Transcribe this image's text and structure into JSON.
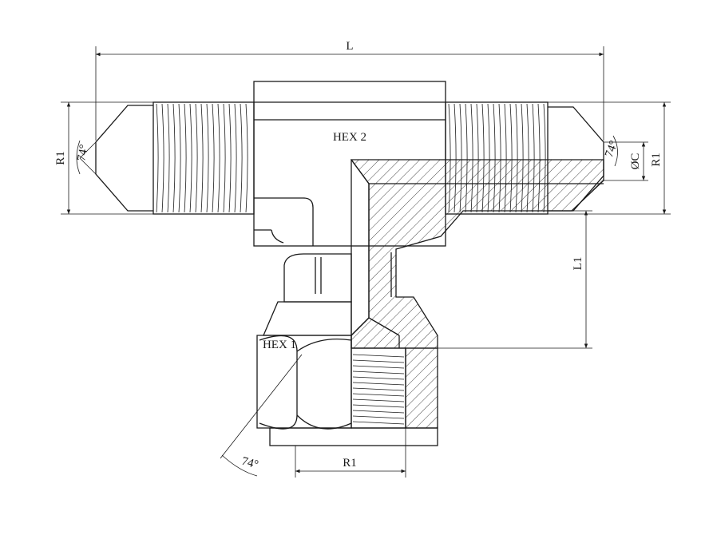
{
  "labels": {
    "length": "L",
    "hex2": "HEX 2",
    "hex1": "HEX 1",
    "r1_left": "R1",
    "r1_right": "R1",
    "r1_bottom": "R1",
    "phi_c": "ØC",
    "l1": "L1",
    "angle_left": "74°",
    "angle_right": "74°",
    "angle_bottom": "74°"
  }
}
